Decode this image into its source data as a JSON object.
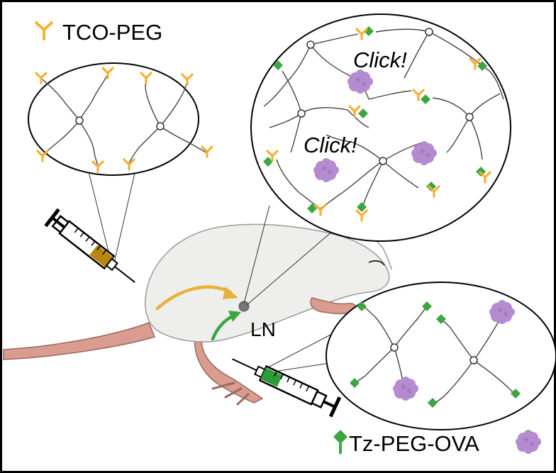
{
  "legend": {
    "tco_label": "TCO-PEG",
    "tz_label": "Tz-PEG-OVA"
  },
  "annotations": {
    "click_1": "Click!",
    "click_2": "Click!",
    "lymph_node": "LN"
  },
  "colors": {
    "tco": "#F2B233",
    "tz": "#3DA640",
    "ova": "#B58BD0",
    "mouse_body": "#EEEEEC",
    "tail": "#D99C8E",
    "syringe_tco_fluid": "#B8860B",
    "syringe_tz_fluid": "#2E9B3A",
    "arrow_tco": "#E8B23A",
    "arrow_tz": "#3DA640",
    "outline": "#000000"
  },
  "icons": [
    "tco-y-icon",
    "tz-diamond-icon",
    "ova-protein-icon",
    "syringe-icon",
    "mouse-illustration",
    "lymph-node-icon"
  ]
}
